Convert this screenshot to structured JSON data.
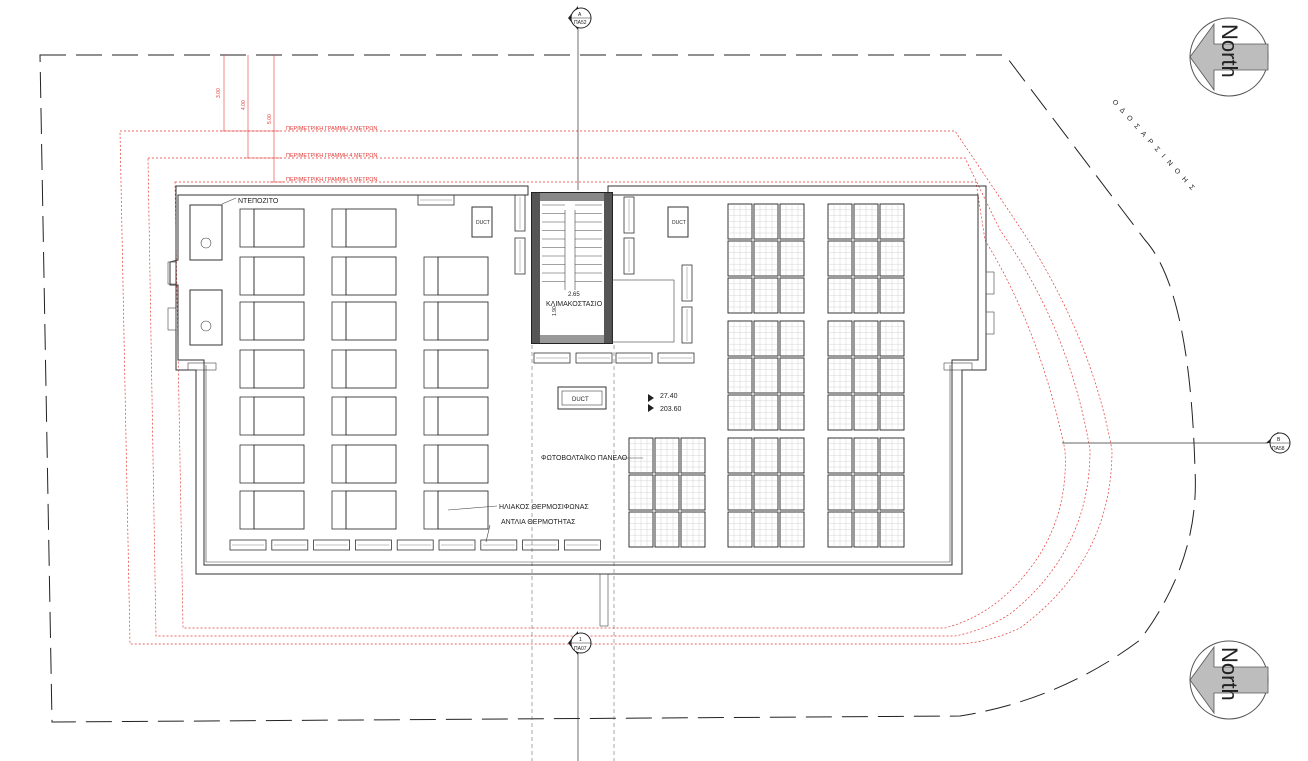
{
  "labels": {
    "tank": "ΝΤΕΠΟΖΙΤΟ",
    "stair": "ΚΛΙΜΑΚΟΣΤΑΣΙΟ",
    "pv_panel": "ΦΩΤΟΒΟΛΤΑΪΚΟ ΠΑΝΕΛΟ",
    "solar_heater": "ΗΛΙΑΚΟΣ ΘΕΡΜΟΣΙΦΩΝΑΣ",
    "heat_pump": "ΑΝΤΛΙΑ ΘΕΡΜΟΤΗΤΑΣ",
    "street": "Ο Δ Ο Σ  Α Ρ Σ Ι Ν Ο Η Σ",
    "duct": "DUCT",
    "north": "North"
  },
  "perimeter_lines": [
    "ΠΕΡΙΜΕΤΡΙΚΗ ΓΡΑΜΜΗ 3 ΜΕΤΡΩΝ",
    "ΠΕΡΙΜΕΤΡΙΚΗ ΓΡΑΜΜΗ 4 ΜΕΤΡΩΝ",
    "ΠΕΡΙΜΕΤΡΙΚΗ ΓΡΑΜΜΗ 5 ΜΕΤΡΩΝ"
  ],
  "dimensions": {
    "d3": "3.00",
    "d4": "4.00",
    "d5": "5.00",
    "stair_width": "2.65",
    "stair_depth": "1.90",
    "level_top": "27.40",
    "level_bottom": "203.60"
  },
  "section_marks": {
    "top": {
      "letter": "A",
      "sheet": "ΠΑ52"
    },
    "right": {
      "letter": "B",
      "sheet": "ΠΑ58"
    },
    "bottom": {
      "letter": "1",
      "sheet": "ΠΑ07"
    }
  },
  "colors": {
    "perimeter": "#e53935",
    "lines": "#333333"
  }
}
